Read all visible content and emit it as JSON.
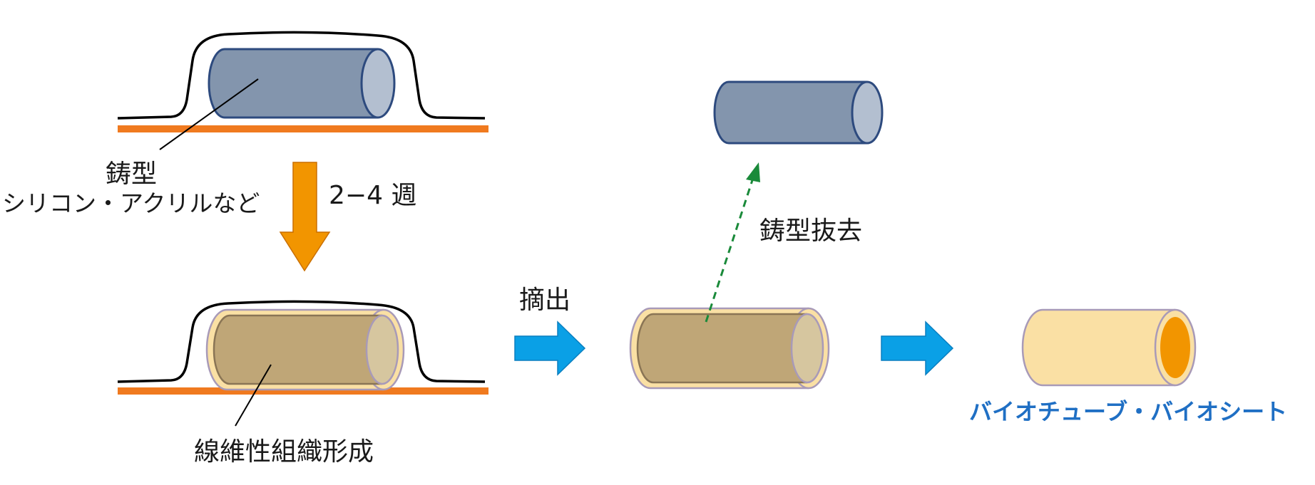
{
  "labels": {
    "mold": "鋳型",
    "mold_material": "シリコン・アクリルなど",
    "duration": "2−4 週",
    "tissue_formation": "線維性組織形成",
    "extraction": "摘出",
    "mold_removal": "鋳型抜去",
    "result": "バイオチューブ・バイオシート"
  },
  "colors": {
    "orange_base": "#f07a1f",
    "orange_arrow": "#f29500",
    "blue_arrow": "#0aa0e6",
    "mold_fill": "#8395ad",
    "mold_stroke": "#2d4a7e",
    "mold_end": "#b3bfd0",
    "tissue_fill": "#bfa677",
    "capsule_fill": "#fae0a4",
    "tube_inner": "#f29500",
    "green_arrow": "#1a8a3a",
    "result_text": "#1f6fc4"
  }
}
